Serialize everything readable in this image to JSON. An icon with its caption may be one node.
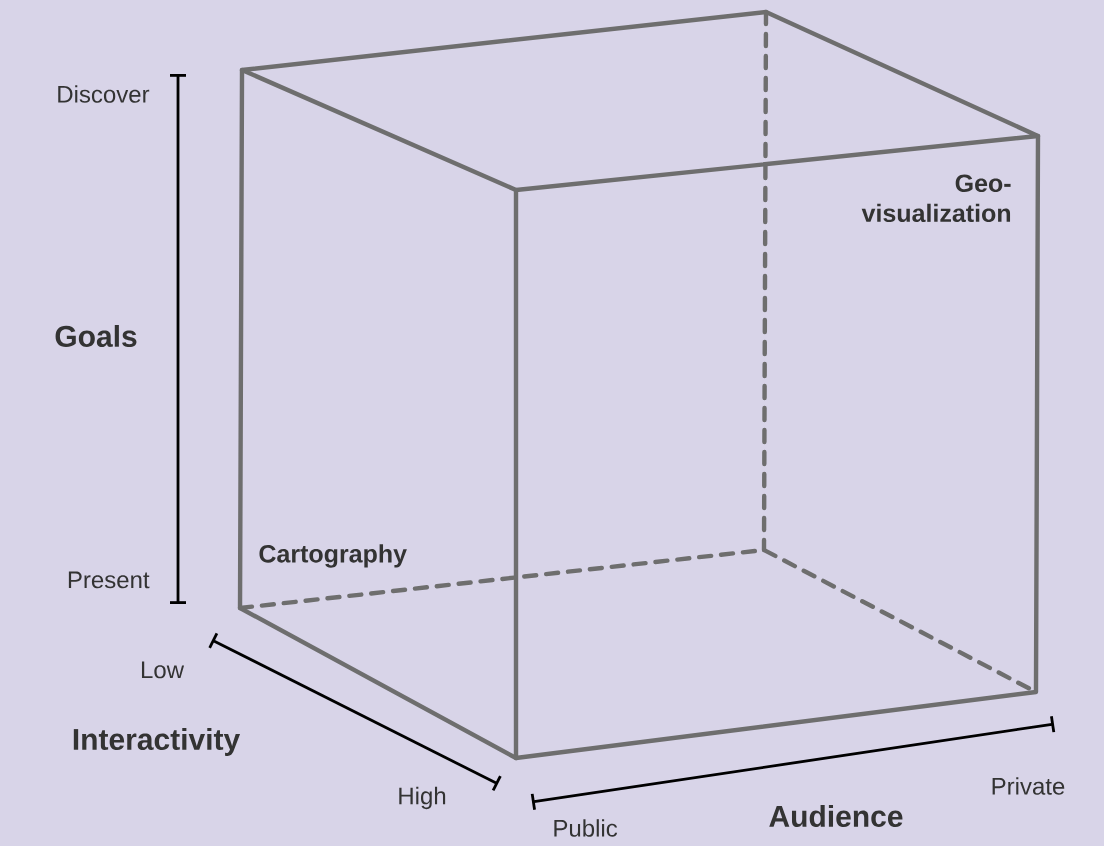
{
  "diagram": {
    "labels": [
      "Discover",
      "Geo-visualization",
      "Goals",
      "Cartography",
      "Present",
      "Low",
      "Interactivity",
      "Private",
      "High",
      "Public",
      "Audience"
    ]
  }
}
